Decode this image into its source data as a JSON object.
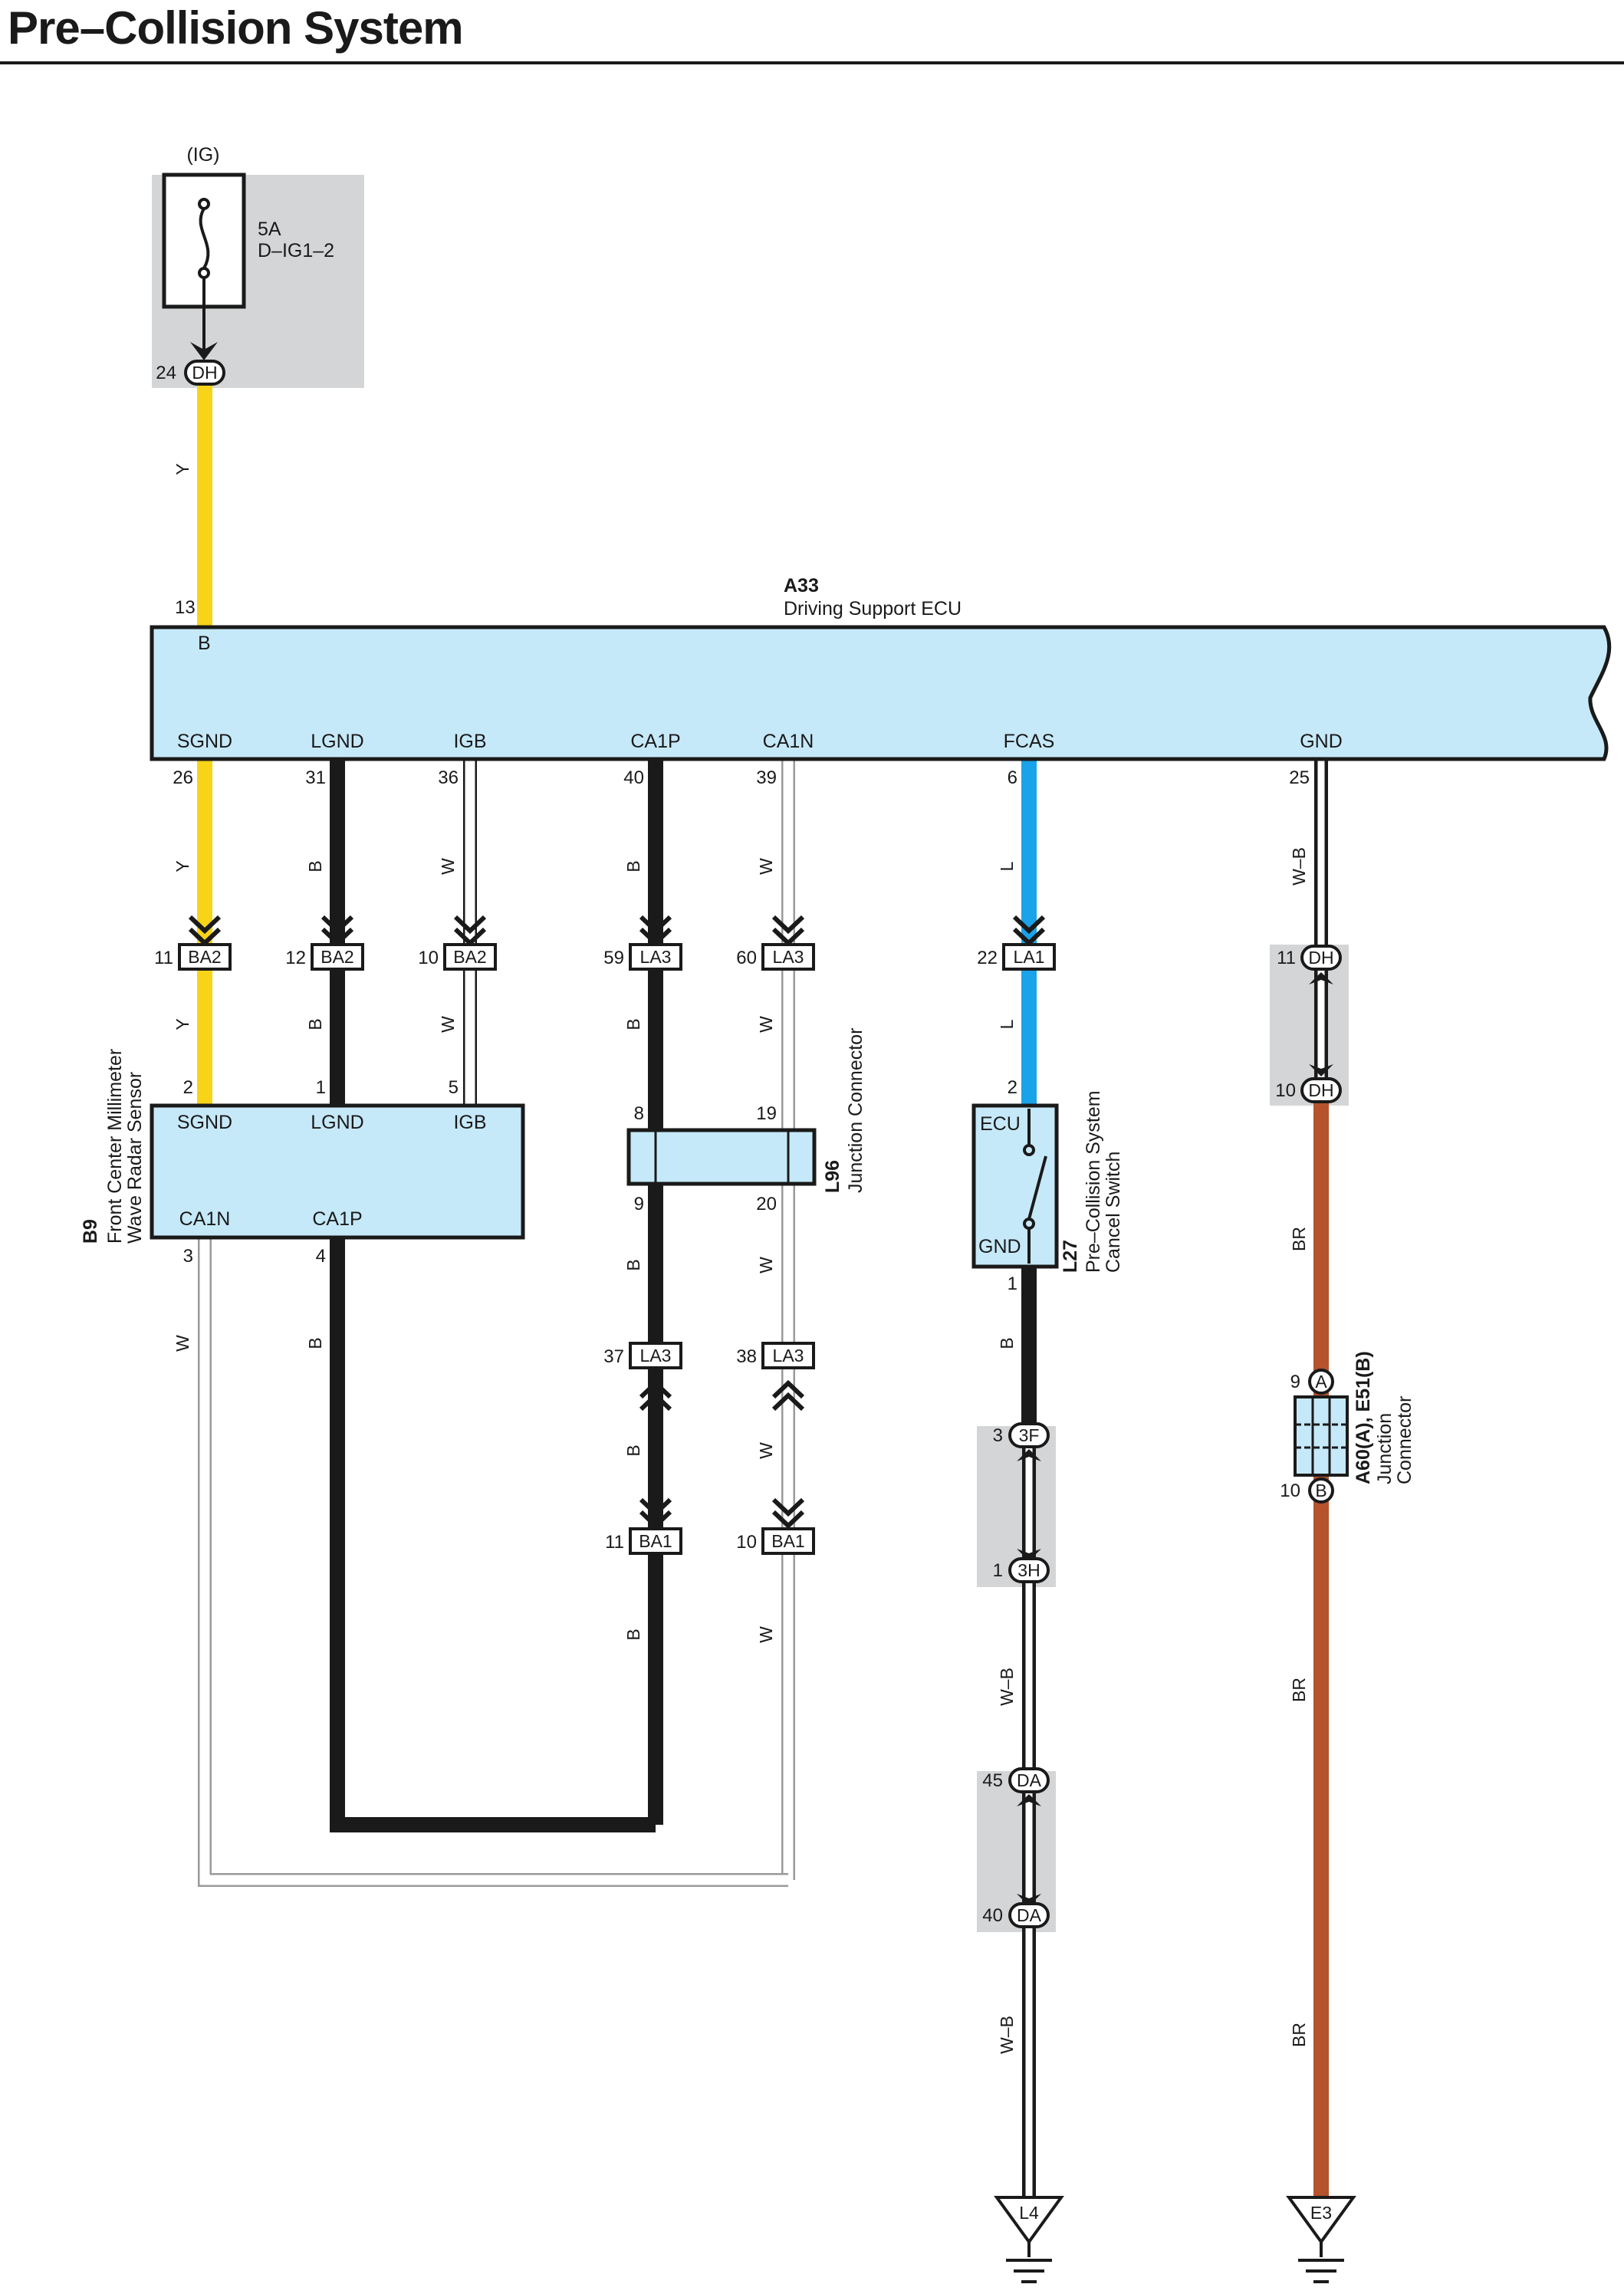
{
  "title": "Pre–Collision System",
  "fuse": {
    "source": "(IG)",
    "rating": "5A",
    "name": "D–IG1–2"
  },
  "ecu": {
    "ref": "A33",
    "name": "Driving Support ECU",
    "top_pin": {
      "num": "13",
      "term": "B"
    }
  },
  "ecu_terminals": [
    {
      "id": "sgnd",
      "name": "SGND",
      "pin": "26",
      "wire": "Y"
    },
    {
      "id": "lgnd",
      "name": "LGND",
      "pin": "31",
      "wire": "B"
    },
    {
      "id": "igb",
      "name": "IGB",
      "pin": "36",
      "wire": "W"
    },
    {
      "id": "ca1p",
      "name": "CA1P",
      "pin": "40",
      "wire": "B"
    },
    {
      "id": "ca1n",
      "name": "CA1N",
      "pin": "39",
      "wire": "W"
    },
    {
      "id": "fcas",
      "name": "FCAS",
      "pin": "6",
      "wire": "L"
    },
    {
      "id": "gnd",
      "name": "GND",
      "pin": "25",
      "wire": "W–B"
    }
  ],
  "connectors": {
    "dh_fuse": {
      "pin": "24",
      "id": "DH"
    },
    "row1": [
      {
        "pin": "11",
        "id": "BA2"
      },
      {
        "pin": "12",
        "id": "BA2"
      },
      {
        "pin": "10",
        "id": "BA2"
      },
      {
        "pin": "59",
        "id": "LA3"
      },
      {
        "pin": "60",
        "id": "LA3"
      },
      {
        "pin": "22",
        "id": "LA1"
      }
    ],
    "dh_gnd_top": {
      "pin": "11",
      "id": "DH"
    },
    "dh_gnd_bottom": {
      "pin": "10",
      "id": "DH"
    },
    "la3_lower": [
      {
        "pin": "37",
        "id": "LA3"
      },
      {
        "pin": "38",
        "id": "LA3"
      }
    ],
    "ba1": [
      {
        "pin": "11",
        "id": "BA1"
      },
      {
        "pin": "10",
        "id": "BA1"
      }
    ],
    "h3f": {
      "pin": "3",
      "id": "3F"
    },
    "h3h": {
      "pin": "1",
      "id": "3H"
    },
    "da_top": {
      "pin": "45",
      "id": "DA"
    },
    "da_bottom": {
      "pin": "40",
      "id": "DA"
    }
  },
  "wire_colors": {
    "fuse": "Y",
    "sgnd_lower": "Y",
    "lgnd_lower": "B",
    "igb_lower": "W",
    "ca1p_lower": "B",
    "ca1n_lower": "W",
    "fcas_lower": "L",
    "ca1p_mid": "B",
    "ca1n_mid": "W",
    "ca1p_low": "B",
    "ca1n_low": "W",
    "ca1p_bot": "B",
    "ca1n_bot": "W",
    "radar_ca1n": "W",
    "radar_ca1p": "B",
    "switch_gnd": "B",
    "switch_mid": "W–B",
    "switch_low": "W–B",
    "gnd_1": "BR",
    "gnd_2": "BR",
    "gnd_3": "BR"
  },
  "radar": {
    "ref": "B9",
    "name_line1": "Front Center Millimeter",
    "name_line2": "Wave Radar Sensor",
    "terms": [
      {
        "pin": "2",
        "name": "SGND"
      },
      {
        "pin": "1",
        "name": "LGND"
      },
      {
        "pin": "5",
        "name": "IGB"
      },
      {
        "pin": "3",
        "name": "CA1N"
      },
      {
        "pin": "4",
        "name": "CA1P"
      }
    ]
  },
  "junction": {
    "ref": "L96",
    "name": "Junction Connector",
    "pins": [
      "8",
      "19",
      "9",
      "20"
    ]
  },
  "cancel_switch": {
    "ref": "L27",
    "name_line1": "Pre–Collision System",
    "name_line2": "Cancel Switch",
    "term_top": "ECU",
    "term_bottom": "GND",
    "pin_top": "2",
    "pin_bottom": "1"
  },
  "jc2": {
    "ref": "A60(A), E51(B)",
    "name_line1": "Junction",
    "name_line2": "Connector",
    "pin_a": "9",
    "term_a": "A",
    "pin_b": "10",
    "term_b": "B"
  },
  "grounds": [
    {
      "id": "L4"
    },
    {
      "id": "E3"
    }
  ],
  "colors": {
    "yellow": "#f7d417",
    "blue": "#1aa3e8",
    "brown": "#b5532c",
    "black": "#1a1a1a",
    "ecu_fill": "#c6e9f9",
    "shade": "#d4d5d7"
  }
}
